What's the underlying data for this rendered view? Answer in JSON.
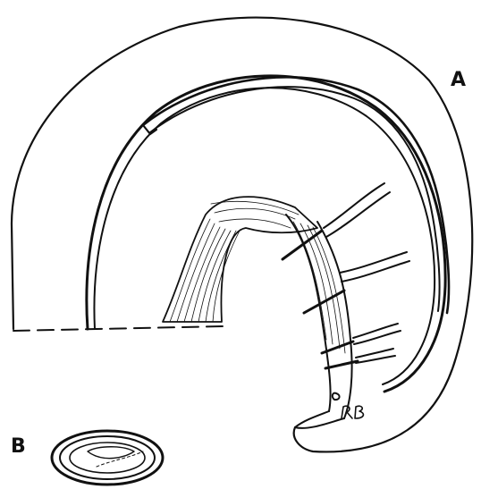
{
  "figure": {
    "panel_a_label": "A",
    "panel_b_label": "B",
    "handwritten_marks": "RB",
    "ink_color": "#111111",
    "background_color": "#ffffff"
  }
}
